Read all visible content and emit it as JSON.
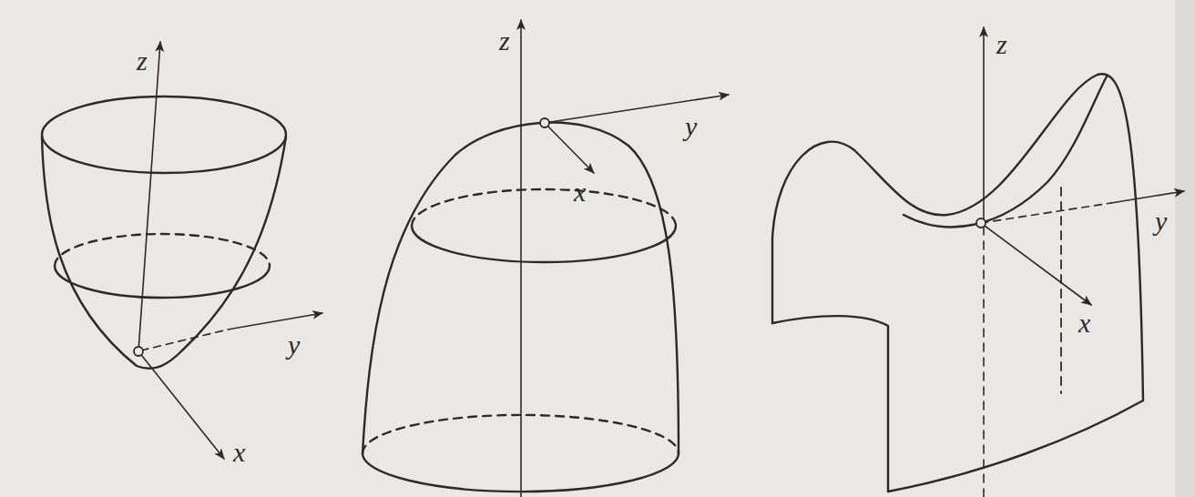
{
  "diagram": {
    "labels": [
      "z",
      "y",
      "x",
      "z",
      "y",
      "x",
      "z",
      "y",
      "x"
    ]
  }
}
